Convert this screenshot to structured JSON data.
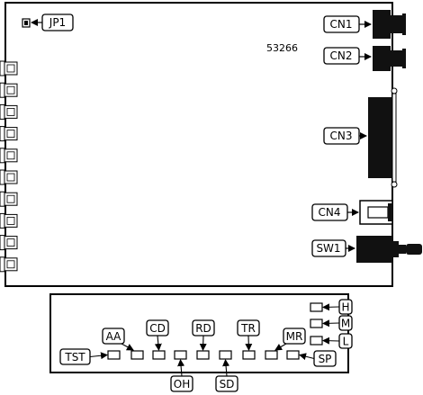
{
  "board": {
    "part_number": "53266",
    "jumpers": [
      {
        "id": "jp1",
        "label": "JP1"
      }
    ],
    "connectors": [
      {
        "id": "cn1",
        "label": "CN1"
      },
      {
        "id": "cn2",
        "label": "CN2"
      },
      {
        "id": "cn3",
        "label": "CN3"
      },
      {
        "id": "cn4",
        "label": "CN4"
      }
    ],
    "switches": [
      {
        "id": "sw1",
        "label": "SW1"
      }
    ]
  },
  "front_panel": {
    "indicators": [
      {
        "id": "tst",
        "label": "TST"
      },
      {
        "id": "aa",
        "label": "AA"
      },
      {
        "id": "cd",
        "label": "CD"
      },
      {
        "id": "oh",
        "label": "OH"
      },
      {
        "id": "rd",
        "label": "RD"
      },
      {
        "id": "sd",
        "label": "SD"
      },
      {
        "id": "tr",
        "label": "TR"
      },
      {
        "id": "mr",
        "label": "MR"
      },
      {
        "id": "sp",
        "label": "SP"
      },
      {
        "id": "h",
        "label": "H"
      },
      {
        "id": "m",
        "label": "M"
      },
      {
        "id": "l",
        "label": "L"
      }
    ]
  }
}
